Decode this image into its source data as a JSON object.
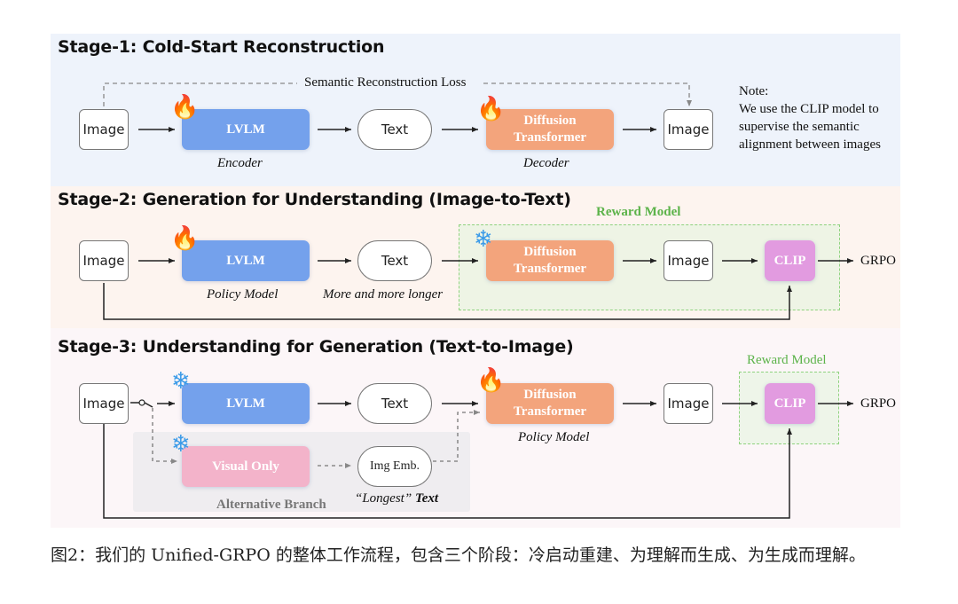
{
  "stage1": {
    "title": "Stage-1: Cold-Start Reconstruction",
    "loss_label": "Semantic Reconstruction Loss",
    "input_label": "Image",
    "encoder_label": "LVLM",
    "encoder_role": "Encoder",
    "encoder_state_icon": "fire-icon",
    "text_label": "Text",
    "decoder_label": "Diffusion Transformer",
    "decoder_role": "Decoder",
    "decoder_state_icon": "fire-icon",
    "output_label": "Image",
    "note_title": "Note:",
    "note_lines": [
      "We use the CLIP model to",
      "supervise the semantic",
      "alignment between images"
    ]
  },
  "stage2": {
    "title": "Stage-2: Generation for Understanding  (Image-to-Text)",
    "input_label": "Image",
    "lvlm_label": "LVLM",
    "lvlm_role": "Policy Model",
    "lvlm_state_icon": "fire-icon",
    "text_label": "Text",
    "text_caption": "More and more longer",
    "reward_label": "Reward Model",
    "dit_label": "Diffusion Transformer",
    "dit_state_icon": "snowflake-icon",
    "image_label": "Image",
    "clip_label": "CLIP",
    "output_label": "GRPO"
  },
  "stage3": {
    "title": "Stage-3: Understanding for Generation  (Text-to-Image)",
    "input_label": "Image",
    "lvlm_label": "LVLM",
    "lvlm_state_icon": "snowflake-icon",
    "text_label": "Text",
    "visual_label": "Visual Only",
    "visual_state_icon": "snowflake-icon",
    "emb_label": "Img Emb.",
    "emb_caption_quote": "“Longest”",
    "emb_caption_word": "Text",
    "alt_label": "Alternative Branch",
    "dit_label": "Diffusion Transformer",
    "dit_role": "Policy Model",
    "dit_state_icon": "fire-icon",
    "image_label": "Image",
    "reward_label": "Reward Model",
    "clip_label": "CLIP",
    "output_label": "GRPO"
  },
  "caption": "图2：我们的 Unified-GRPO 的整体工作流程，包含三个阶段：冷启动重建、为理解而生成、为生成而理解。",
  "colors": {
    "lvlm": "#74a1ec",
    "diffusion": "#f3a47c",
    "clip": "#e29be0",
    "visual_only": "#f3b3ca",
    "reward": "#5cb34a"
  }
}
